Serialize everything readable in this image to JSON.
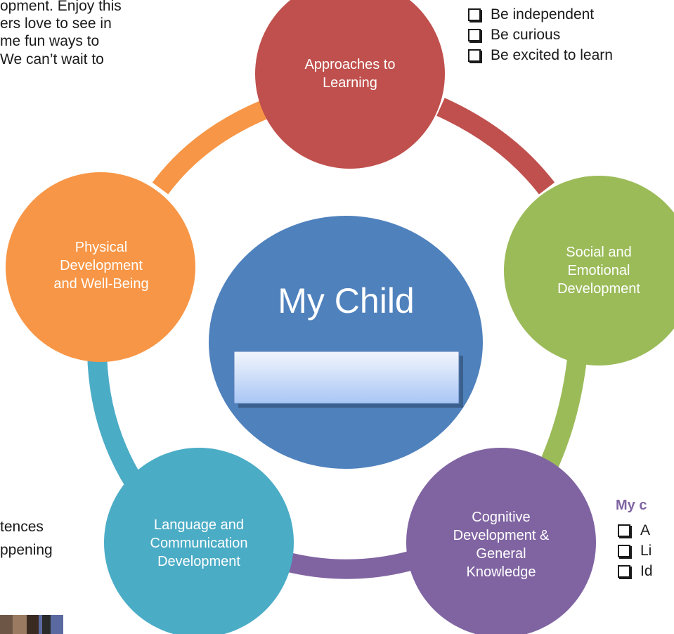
{
  "top_left_text": [
    "opment. Enjoy this",
    "ers love to see in",
    "me fun ways to",
    "We can’t wait to"
  ],
  "top_right_checklist": [
    "Be independent",
    "Be curious",
    "Be excited to learn"
  ],
  "center": {
    "title": "My Child",
    "name_box": ""
  },
  "nodes": [
    {
      "id": "approaches",
      "lines": [
        "Approaches to",
        "Learning"
      ],
      "color": "#c0504d"
    },
    {
      "id": "social",
      "lines": [
        "Social and",
        "Emotional",
        "Development"
      ],
      "color": "#9bbb59"
    },
    {
      "id": "cognitive",
      "lines": [
        "Cognitive",
        "Development &",
        "General",
        "Knowledge"
      ],
      "color": "#8064a2"
    },
    {
      "id": "language",
      "lines": [
        "Language and",
        "Communication",
        "Development"
      ],
      "color": "#4bacc6"
    },
    {
      "id": "physical",
      "lines": [
        "Physical",
        "Development",
        "and Well-Being"
      ],
      "color": "#f79646"
    }
  ],
  "center_color": "#4f81bd",
  "bottom_left_text": [
    "tences",
    "ppening"
  ],
  "bottom_right": {
    "heading": "My c",
    "items": [
      "A",
      "Li",
      "Id"
    ]
  }
}
